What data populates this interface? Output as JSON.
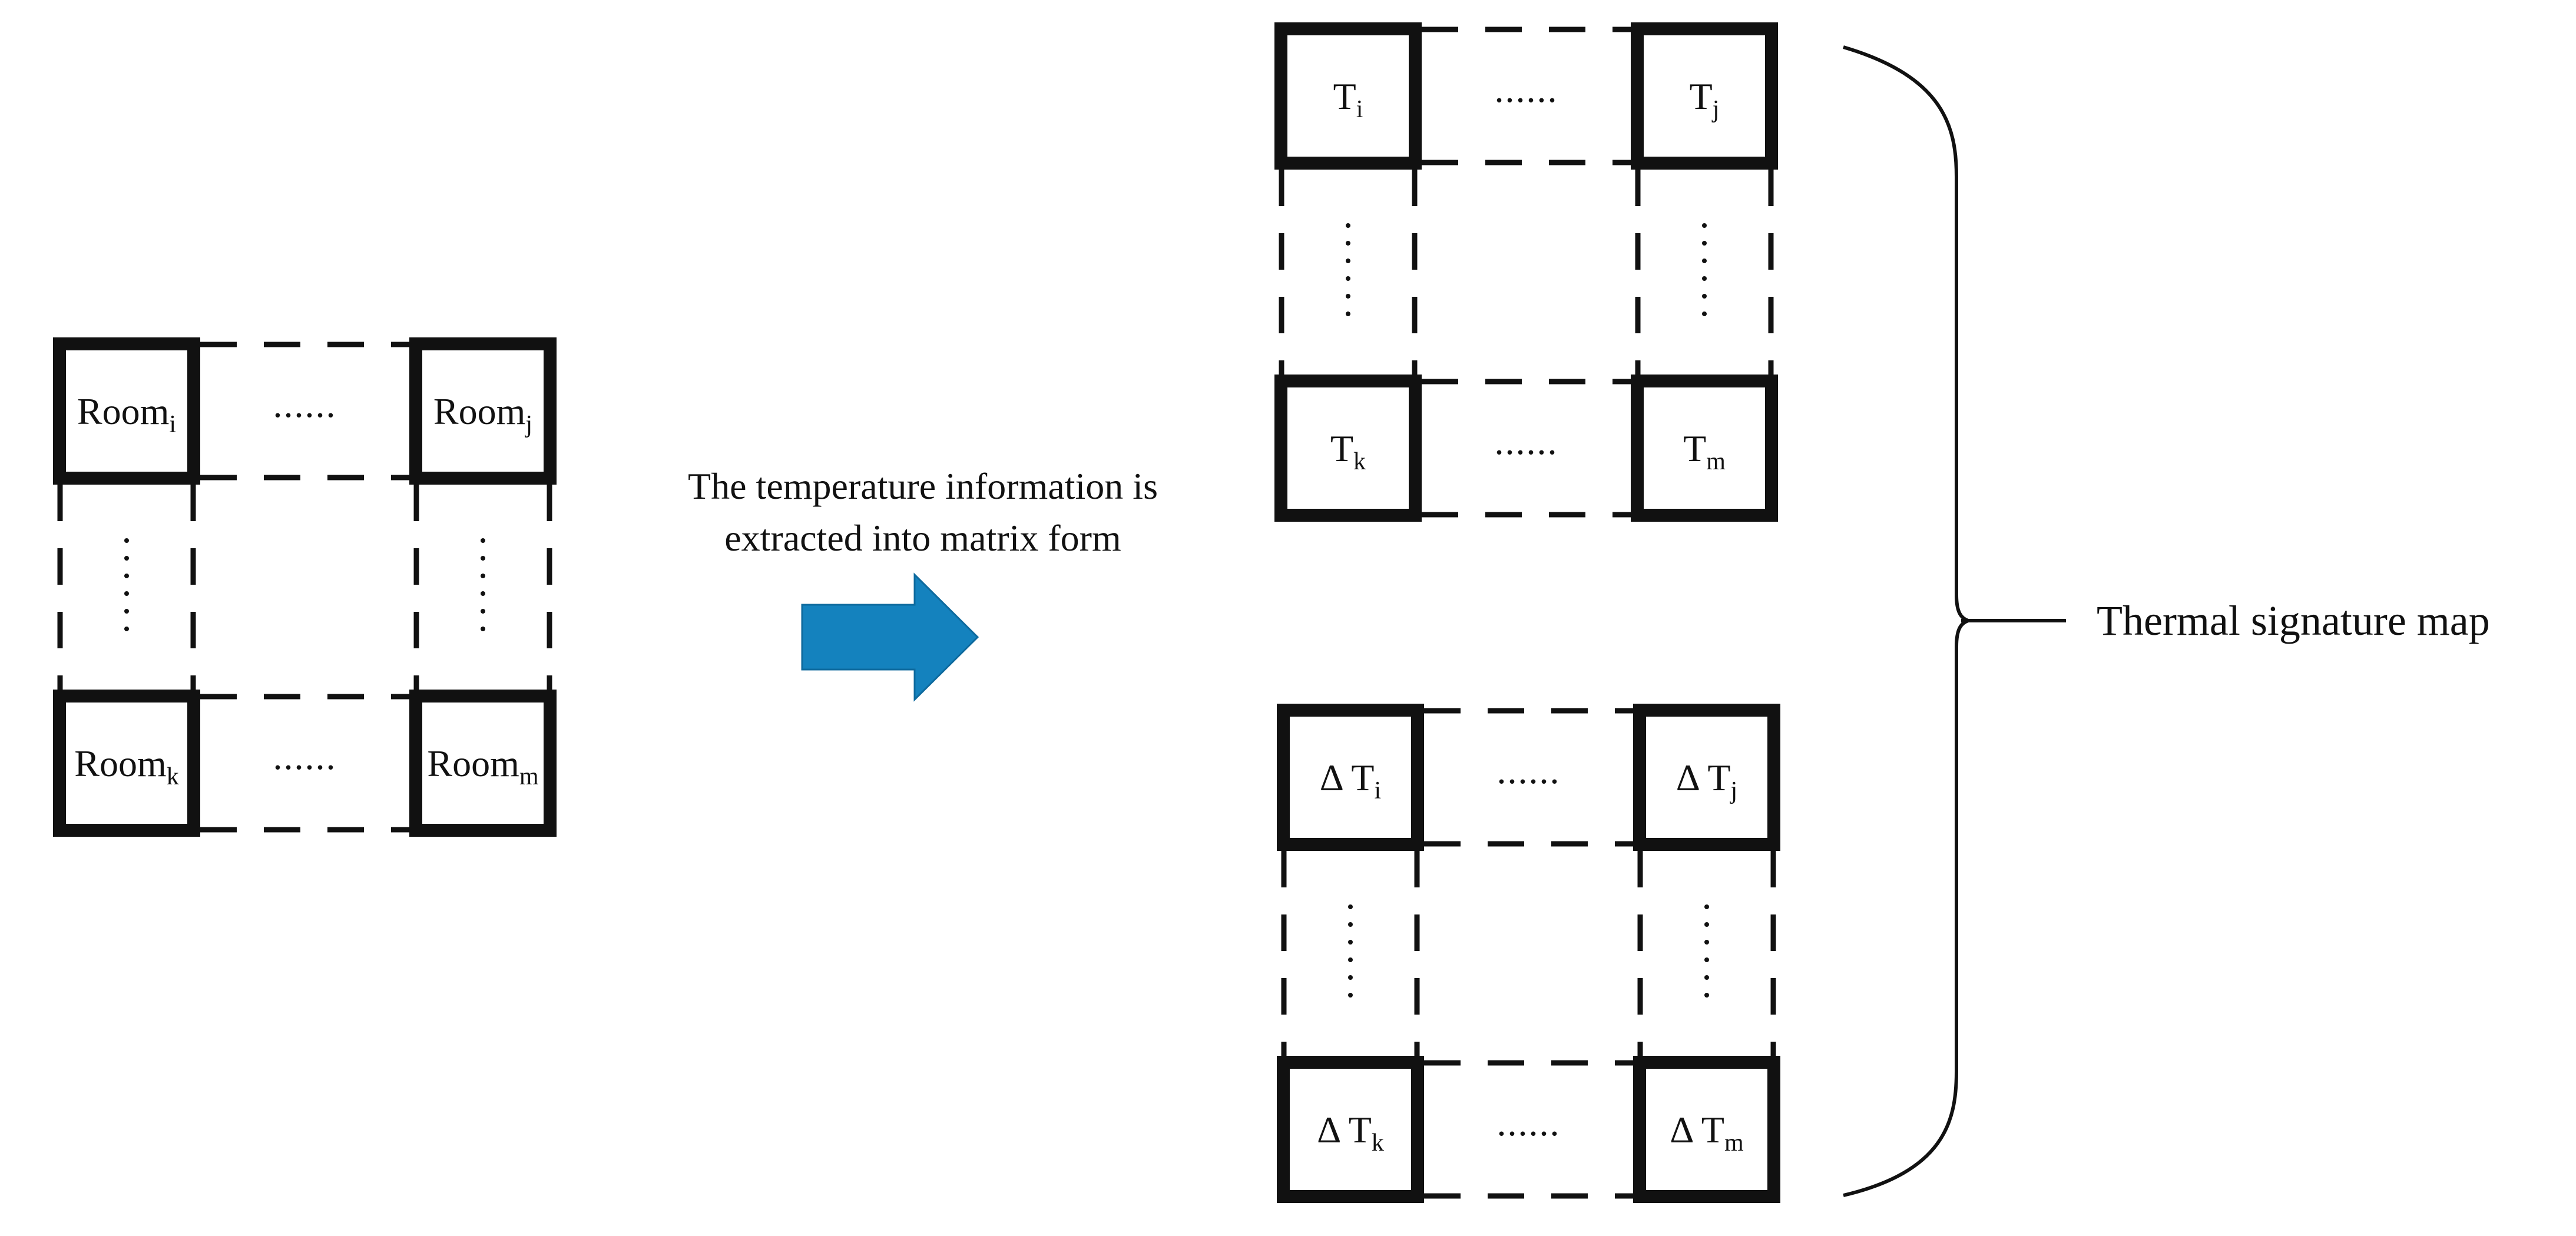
{
  "caption_lines": [
    "The temperature information is",
    "extracted into matrix form"
  ],
  "brace_label": "Thermal signature map",
  "ellipsis": "......",
  "colors": {
    "line": "#111111",
    "arrow": "#1482be",
    "arrow_stroke": "#0e6a9e"
  },
  "grids": [
    {
      "id": "room-grid",
      "cells": [
        {
          "pos": "top-left",
          "base": "Room",
          "sub": "i"
        },
        {
          "pos": "top-right",
          "base": "Room",
          "sub": "j"
        },
        {
          "pos": "bottom-left",
          "base": "Room",
          "sub": "k"
        },
        {
          "pos": "bottom-right",
          "base": "Room",
          "sub": "m"
        }
      ]
    },
    {
      "id": "temperature-grid",
      "cells": [
        {
          "pos": "top-left",
          "base": "T",
          "sub": "i"
        },
        {
          "pos": "top-right",
          "base": "T",
          "sub": "j"
        },
        {
          "pos": "bottom-left",
          "base": "T",
          "sub": "k"
        },
        {
          "pos": "bottom-right",
          "base": "T",
          "sub": "m"
        }
      ]
    },
    {
      "id": "delta-temperature-grid",
      "cells": [
        {
          "pos": "top-left",
          "base": "Δ T",
          "sub": "i"
        },
        {
          "pos": "top-right",
          "base": "Δ T",
          "sub": "j"
        },
        {
          "pos": "bottom-left",
          "base": "Δ T",
          "sub": "k"
        },
        {
          "pos": "bottom-right",
          "base": "Δ T",
          "sub": "m"
        }
      ]
    }
  ]
}
